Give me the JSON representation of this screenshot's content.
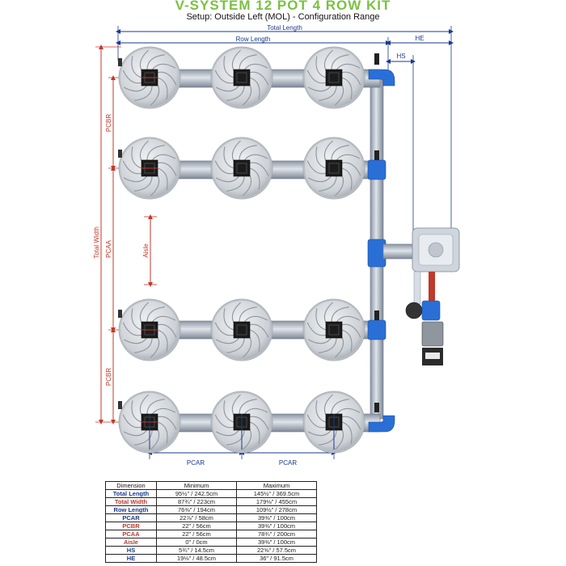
{
  "header": {
    "title": "V-SYSTEM 12 POT 4 ROW KIT",
    "subtitle": "Setup: Outside Left (MOL) - Configuration Range"
  },
  "dimension_labels": {
    "total_length": "Total Length",
    "row_length": "Row Length",
    "he": "HE",
    "hs": "HS",
    "total_width": "Total Width",
    "pcbr": "PCBR",
    "pcaa": "PCAA",
    "aisle": "Aisle",
    "pcar": "PCAR"
  },
  "colors": {
    "title_green": "#7ac143",
    "dim_blue": "#1a3a8f",
    "dim_red": "#c0392b",
    "pipe_blue": "#2a6fd6",
    "pot_grey": "#d4d7dc"
  },
  "table": {
    "headers": [
      "Dimension",
      "Minimum",
      "Maximum"
    ],
    "rows": [
      {
        "name": "Total Length",
        "min": "95½\" / 242.5cm",
        "max": "145½\" / 369.5cm",
        "color": "#1a3a8f"
      },
      {
        "name": "Total Width",
        "min": "87¾\" / 223cm",
        "max": "179⅛\" / 455cm",
        "color": "#c0392b"
      },
      {
        "name": "Row Length",
        "min": "76⅜\" / 194cm",
        "max": "109½\" / 278cm",
        "color": "#1a3a8f"
      },
      {
        "name": "PCAR",
        "min": "22⅞\" / 58cm",
        "max": "39⅜\" / 100cm",
        "color": "#1a3a8f"
      },
      {
        "name": "PCBR",
        "min": "22\" / 56cm",
        "max": "39⅜\" / 100cm",
        "color": "#c0392b"
      },
      {
        "name": "PCAA",
        "min": "22\" / 56cm",
        "max": "78¾\" / 200cm",
        "color": "#c0392b"
      },
      {
        "name": "Aisle",
        "min": "0\" / 0cm",
        "max": "39⅜\" / 100cm",
        "color": "#c0392b"
      },
      {
        "name": "HS",
        "min": "5¾\" / 14.5cm",
        "max": "22⅝\" / 57.5cm",
        "color": "#1a3a8f"
      },
      {
        "name": "HE",
        "min": "19⅛\" / 48.5cm",
        "max": "36\" / 91.5cm",
        "color": "#1a3a8f"
      }
    ]
  }
}
